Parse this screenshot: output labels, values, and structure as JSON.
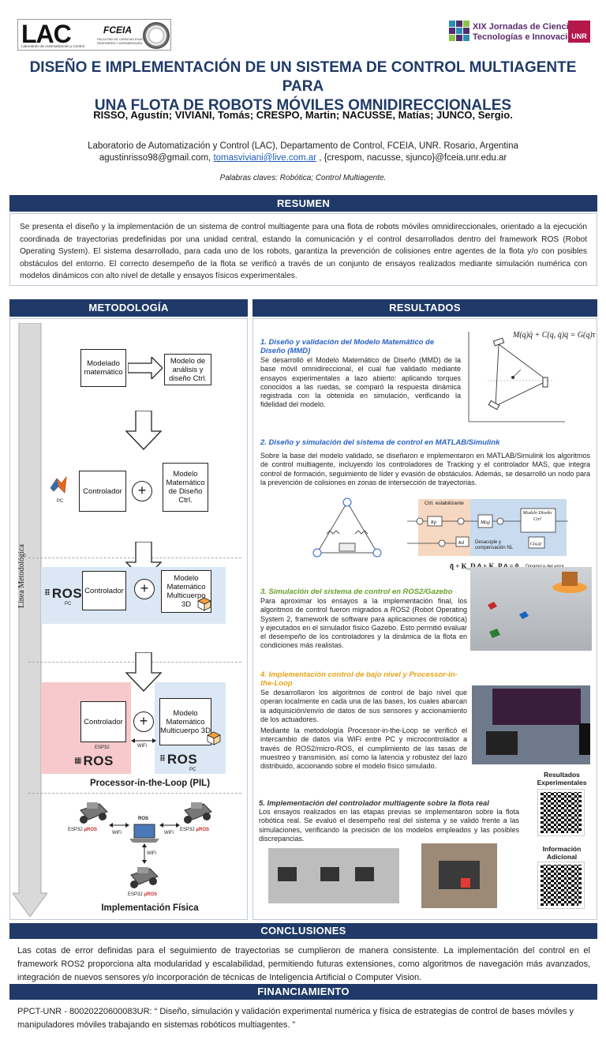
{
  "header": {
    "lac_logo": "LAC",
    "lac_sub": "Laboratorio de Automatización y Control",
    "fceia_logo": "FCEIA",
    "fceia_sub": "FACULTAD DE CIENCIAS EXACTAS INGENIERÍA Y AGRIMENSURA",
    "jornadas_line1": "XIX Jornadas de Ciencias,",
    "jornadas_line2": "Tecnologías e Innovación",
    "unr_logo": "UNR",
    "title_line1": "DISEÑO E IMPLEMENTACIÓN DE UN SISTEMA DE CONTROL MULTIAGENTE PARA",
    "title_line2": "UNA FLOTA DE ROBOTS MÓVILES OMNIDIRECCIONALES",
    "authors": "RISSO, Agustín; VIVIANI, Tomás; CRESPO, Martin; NACUSSE, Matías; JUNCO, Sergio.",
    "affiliation": "Laboratorio de Automatización y Control (LAC), Departamento de Control, FCEIA, UNR. Rosario, Argentina",
    "email_prefix": "agustinrisso98@gmail.com, ",
    "email_link": "tomasviviani@live.com.ar",
    "email_suffix": " , {crespom, nacusse, sjunco}@fceia.unr.edu.ar",
    "keywords": "Palabras claves: Robótica; Control Multiagente."
  },
  "resumen": {
    "title": "RESUMEN",
    "text": "Se presenta el diseño y la implementación de un sistema de control multiagente para una flota de robots móviles omnidireccionales, orientado a la ejecución coordinada de trayectorias predefinidas por una unidad central, estando la comunicación y el control desarrollados dentro del framework ROS (Robot Operating System). El sistema desarrollado, para cada uno de los robots, garantiza la prevención de colisiones entre agentes de la flota y/o con posibles obstáculos del entorno. El correcto desempeño de la flota se verificó a través de un conjunto de ensayos realizados mediante simulación numérica con modelos dinámicos con alto nivel de detalle y ensayos físicos experimentales."
  },
  "metodologia": {
    "title": "METODOLOGÍA",
    "vertical_label": "Línea Metodológica",
    "stage1": {
      "left": "Modelado matemático",
      "right": "Modelo de análisis y diseño Ctrl."
    },
    "stage2": {
      "pc": "PC",
      "left": "Controlador",
      "right": "Modelo Matemático de Diseño Ctrl."
    },
    "stage3": {
      "ros": "ROS",
      "pc": "PC",
      "left": "Controlador",
      "right": "Modelo Matemático Multicuerpo 3D"
    },
    "stage4": {
      "left": "Controlador",
      "right": "Modelo Matemático Multicuerpo 3D",
      "esp32": "ESP32",
      "wifi": "WiFi",
      "ros_left": "ROS",
      "ros_right": "ROS",
      "pc": "PC",
      "label": "Processor-in-the-Loop (PIL)"
    },
    "stage5": {
      "ros": "ROS",
      "wifi": "WiFi",
      "esp_left": "ESP32",
      "esp_mid": "ESP32",
      "esp_right": "ESP32",
      "uros": "μROS",
      "label": "Implementación Física"
    }
  },
  "resultados": {
    "title": "RESULTADOS",
    "s1_title": "1. Diseño y validación del Modelo Matemático de Diseño (MMD)",
    "s1_text": "Se desarrolló el Modelo Matemático de Diseño (MMD) de la base móvil omnidireccional, el cual fue validado mediante ensayos experimentales a lazo abierto: aplicando torques conocidos a las ruedas, se comparó la respuesta dinámica registrada con la obtenida en simulación, verificando la fidelidad del modelo.",
    "s1_eq": "M(q)q̈ + C(q, q̇)q̇ = G(q)τ",
    "s2_title": "2. Diseño y simulación del sistema de control en MATLAB/Simulink",
    "s2_text": "Sobre la base del modelo validado, se diseñaron e implementaron en MATLAB/Simulink los algoritmos de control multiagente, incluyendo los controladores de Tracking y el controlador MAS, que integra control de formación, seguimiento de líder y evasión de obstáculos. Además, se desarrolló un nodo para la prevención de colisiones en zonas de intersección de trayectorias.",
    "s2_diag_ctrl": "Ctrl. estabilizante",
    "s2_diag_comp": "Desacople y compensación NL",
    "s2_diag_model": "Modelo Diseño Ctrl",
    "s2_diag_eq": "q̃̈ + K_D q̃̇ + K_P q̃ = 0",
    "s2_diag_err": "Dinámica del error",
    "s3_title": "3. Simulación del sistema de control en ROS2/Gazebo",
    "s3_text": "Para aproximar los ensayos a la implementación final, los algoritmos de control fueron migrados a ROS2 (Robot Operating System 2, framework de software para aplicaciones de robótica) y ejecutados en el simulador físico Gazebo. Esto permitió evaluar el desempeño de los controladores y la dinámica de la flota en condiciones más realistas.",
    "s4_title": "4. Implementación control de bajo nivel y Processor-in-the-Loop",
    "s4_text1": "Se desarrollaron los algoritmos de control de bajo nivel que operan localmente en cada una de las bases, los cuales abarcan la adquisición/envío de datos de sus sensores y accionamiento de los actuadores.",
    "s4_text2": "Mediante la metodología Processor-in-the-Loop se verificó el intercambio de datos vía WiFi entre PC y microcontrolador a través de ROS2/micro-ROS, el cumplimiento de las tasas de muestreo y transmisión, así como la latencia y robustez del lazo distribuido, accionando sobre el modelo físico simulado.",
    "s5_title": "5. Implementación del controlador multiagente sobre la flota real",
    "s5_text": "Los ensayos realizados en las etapas previas se implementaron sobre la flota robótica real. Se evaluó el desempeño real del sistema y se validó frente a las simulaciones, verificando la precisión de los modelos empleados y las posibles discrepancias.",
    "qr1_label": "Resultados Experimentales",
    "qr2_label": "Información Adicional"
  },
  "conclusiones": {
    "title": "CONCLUSIONES",
    "text": "Las cotas de error definidas para el seguimiento de trayectorias se cumplieron de manera consistente. La implementación del control en el framework ROS2 proporciona alta modularidad y escalabilidad, permitiendo futuras extensiones, como algoritmos de navegación más avanzados, integración de nuevos sensores y/o incorporación de técnicas de Inteligencia Artificial o Computer Vision."
  },
  "financiamiento": {
    "title": "FINANCIAMIENTO",
    "text": "PPCT-UNR - 80020220600083UR: “ Diseño, simulación y validación experimental numérica y física de estrategias de control de bases móviles y manipuladores móviles trabajando en sistemas robóticos multiagentes. ”"
  },
  "colors": {
    "navy": "#1f3a68",
    "blue_heading": "#2a62c4",
    "orange_heading": "#e6a41c",
    "green_heading": "#6a9f2b",
    "stage_blue": "#dbe7f4",
    "stage_pink": "#f7c9cc"
  }
}
